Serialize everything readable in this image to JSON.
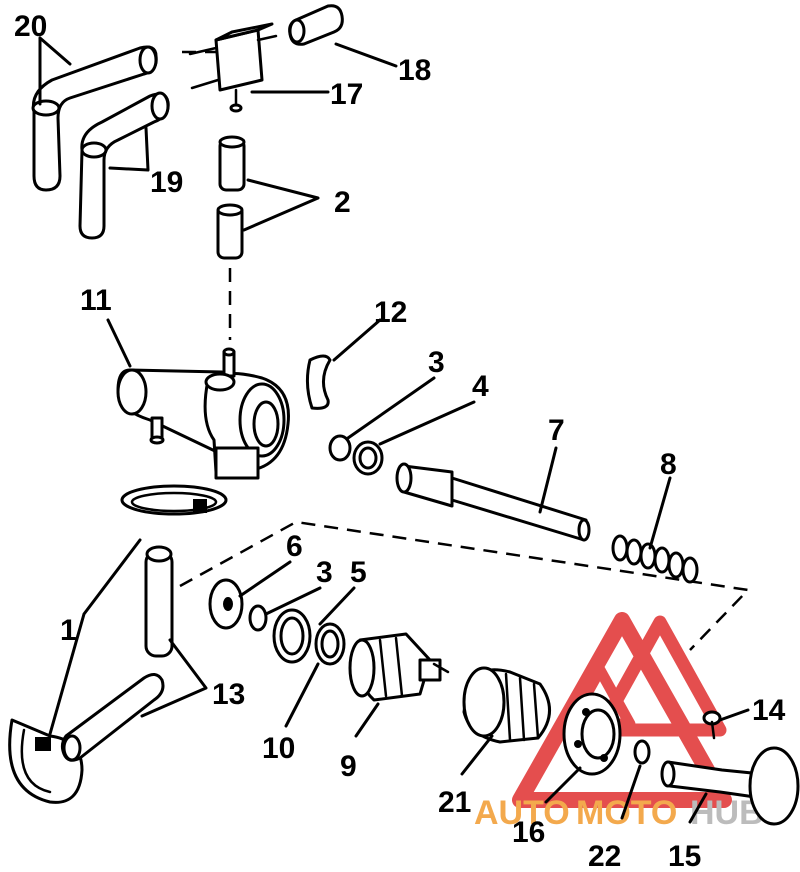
{
  "callouts": {
    "c1": "1",
    "c2": "2",
    "c3a": "3",
    "c3b": "3",
    "c4": "4",
    "c5": "5",
    "c6": "6",
    "c7": "7",
    "c8": "8",
    "c9": "9",
    "c10": "10",
    "c11": "11",
    "c12": "12",
    "c13": "13",
    "c14": "14",
    "c15": "15",
    "c16": "16",
    "c17": "17",
    "c18": "18",
    "c19": "19",
    "c20": "20",
    "c21": "21",
    "c22": "22"
  },
  "watermark": {
    "auto": "AUTO",
    "moto": "MOTO",
    "hub": "HUB",
    "colors": {
      "red": "#e23b3b",
      "orange": "#f2a03a",
      "gray": "#b5b5b5"
    }
  }
}
